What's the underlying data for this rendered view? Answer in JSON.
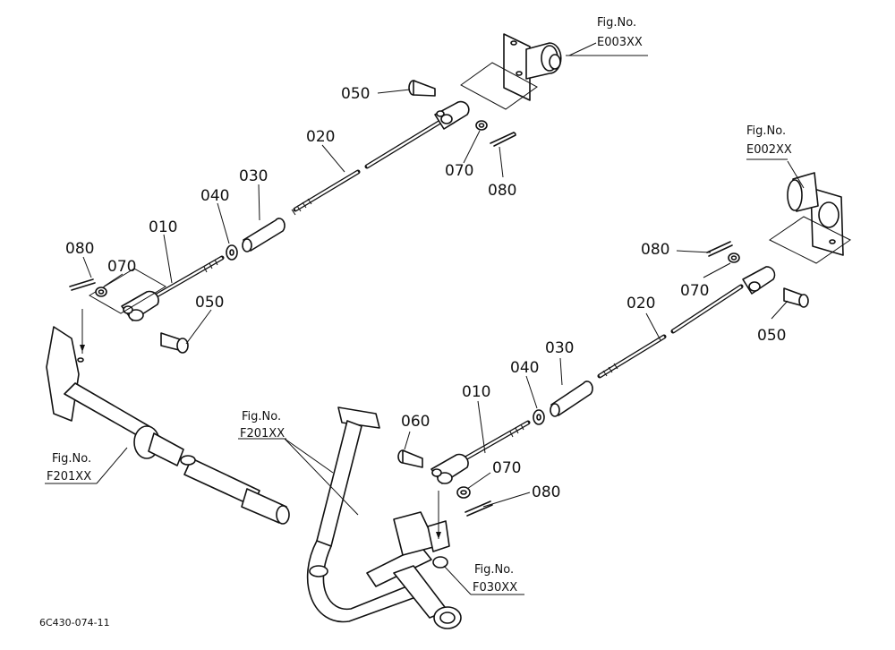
{
  "diagram": {
    "drawing_code": "6C430-074-11",
    "part_numbers": {
      "p010": "010",
      "p020": "020",
      "p030": "030",
      "p040": "040",
      "p050": "050",
      "p060": "060",
      "p070": "070",
      "p080": "080"
    },
    "references": {
      "fig_label": "Fig.No.",
      "e003": "E003XX",
      "e002": "E002XX",
      "f201": "F201XX",
      "f030": "F030XX"
    }
  }
}
